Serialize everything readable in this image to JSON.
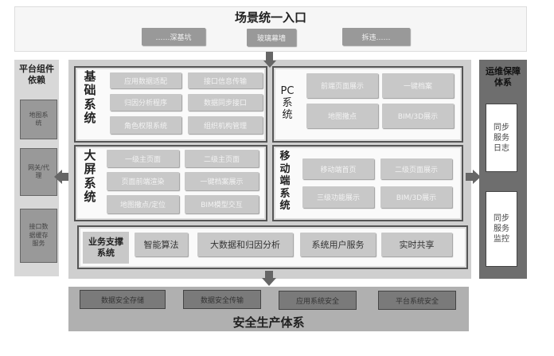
{
  "entry": {
    "title": "场景统一入口",
    "items": [
      "……深基坑",
      "玻璃幕墙",
      "拆违……"
    ]
  },
  "left": {
    "title": "平台组件依赖",
    "items": [
      "地图系统",
      "网关/代理",
      "接口数据缓存服务"
    ]
  },
  "right": {
    "title": "运维保障体系",
    "items": [
      "同步服务日志",
      "同步服务监控"
    ]
  },
  "base": {
    "label": "基础系统",
    "items": [
      "应用数据适配",
      "接口信息传输",
      "归因分析程序",
      "数据同步接口",
      "角色权限系统",
      "组织机构管理"
    ]
  },
  "screen": {
    "label": "大屏系统",
    "items": [
      "一级主页面",
      "二级主页面",
      "页面前端渲染",
      "一键档案展示",
      "地图撒点/定位",
      "BIM模型交互"
    ]
  },
  "pc": {
    "label": "PC系统",
    "items": [
      "前端页面展示",
      "一键档案",
      "地图撒点",
      "BIM/3D展示"
    ]
  },
  "mobile": {
    "label": "移动端系统",
    "items": [
      "移动端首页",
      "二级页面展示",
      "三级功能展示",
      "BIM/3D展示"
    ]
  },
  "support": {
    "label": "业务支撑系统",
    "items": [
      "智能算法",
      "大数据和归因分析",
      "系统用户服务",
      "实时共享"
    ]
  },
  "safety": {
    "title": "安全生产体系",
    "items": [
      "数据安全存储",
      "数据安全传输",
      "应用系统安全",
      "平台系统安全"
    ]
  }
}
